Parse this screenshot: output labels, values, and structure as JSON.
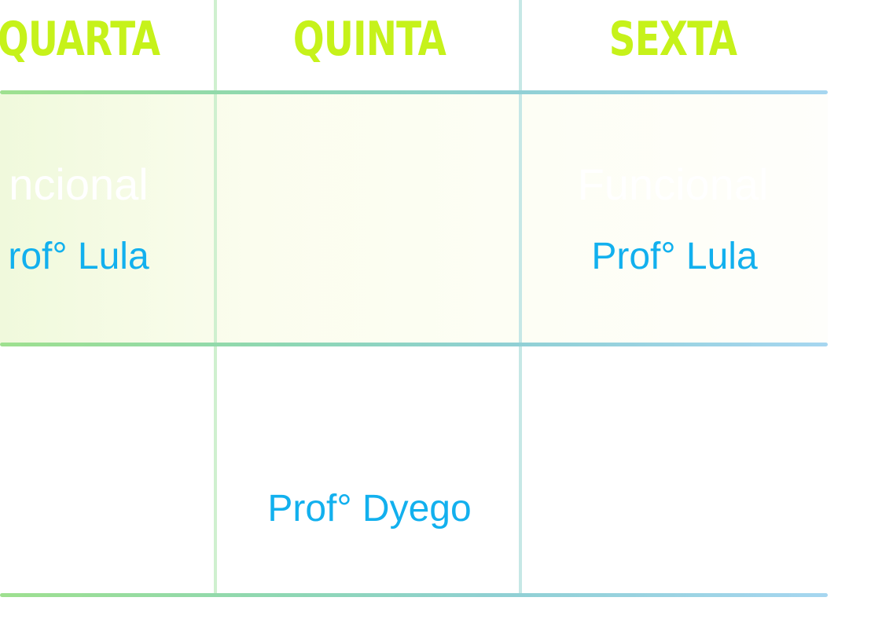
{
  "schedule": {
    "days": [
      "QUARTA",
      "QUINTA",
      "SEXTA"
    ],
    "row1": {
      "quarta": {
        "class": "ncional",
        "teacher": "rof° Lula"
      },
      "quinta": {
        "class": "",
        "teacher": ""
      },
      "sexta": {
        "class": "Funcional",
        "teacher": "Prof° Lula"
      }
    },
    "row2": {
      "quarta": {
        "teacher": ""
      },
      "quinta": {
        "teacher": "Prof° Dyego"
      },
      "sexta": {
        "teacher": ""
      }
    }
  },
  "colors": {
    "header": "#c6f21a",
    "teacher": "#12b0ee",
    "grid_start": "#9ee08f",
    "grid_end": "#a6d6f0"
  }
}
